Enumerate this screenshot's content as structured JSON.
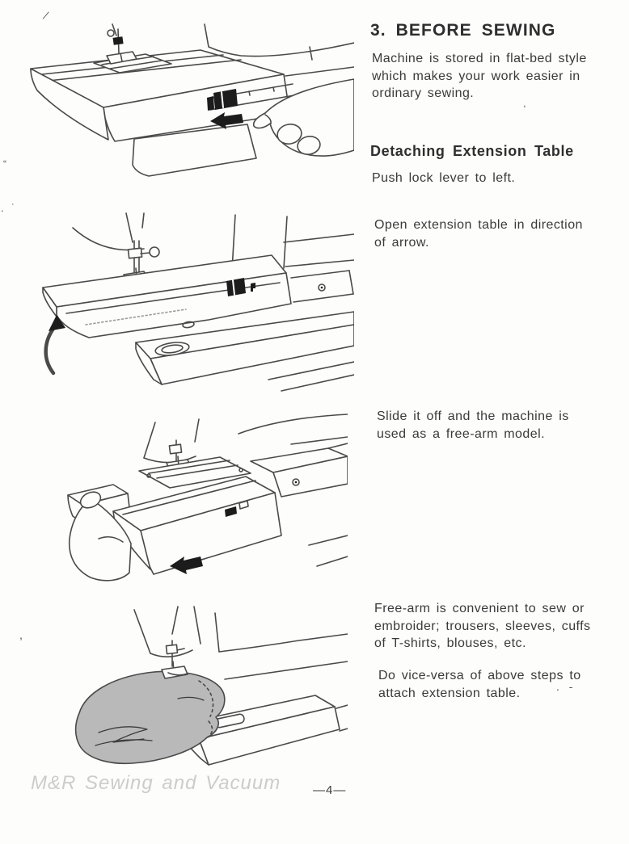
{
  "page": {
    "title": "3. BEFORE SEWING",
    "intro_lines": [
      "Machine is stored in flat-bed style",
      "which makes your work easier in",
      "ordinary sewing."
    ],
    "section": {
      "heading": "Detaching Extension Table",
      "steps": {
        "push_lever": [
          "Push lock lever to left."
        ],
        "open_table": [
          "Open extension table in direction",
          "of arrow."
        ],
        "slide_off": [
          "Slide it off and the machine is",
          "used as a free-arm model."
        ],
        "free_arm_use": [
          "Free-arm is convenient to sew or",
          "embroider; trousers, sleeves, cuffs",
          "of T-shirts, blouses, etc."
        ],
        "vice_versa": [
          "Do vice-versa of above steps to",
          "attach extension table."
        ]
      }
    },
    "footer": {
      "watermark": "M&R Sewing and Vacuum",
      "page_number": "—4—"
    },
    "stray_marks": {
      "m1": "∕",
      "m2": "“",
      "m3": ". ˙",
      "m4": "’",
      "m5": ",",
      "m6": ". -"
    },
    "illustrations": {
      "i1": "push-lock-lever",
      "i2": "open-extension-table",
      "i3": "slide-table-off",
      "i4": "free-arm-sewing"
    },
    "colors": {
      "ink": "#3a3a3a",
      "line": "#4a4a4a",
      "fabric_gray": "#b9b9b9",
      "watermark_gray": "#cccccc",
      "paper": "#fdfdfc"
    }
  }
}
